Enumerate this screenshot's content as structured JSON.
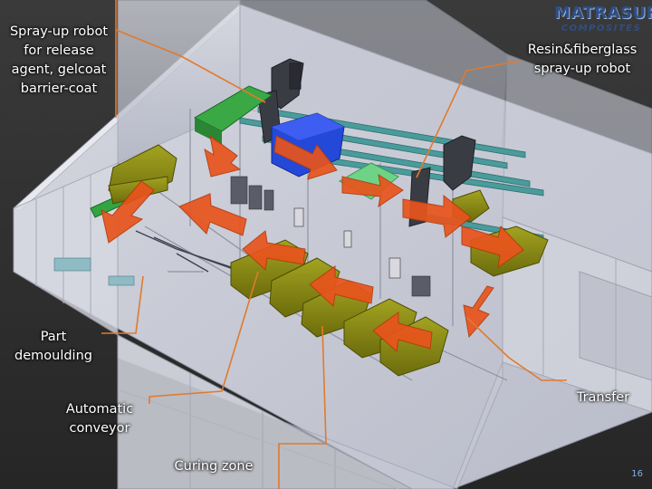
{
  "logo": {
    "name": "MATRASUR",
    "tagline": "COMPOSITES"
  },
  "labels": {
    "spray_robot_release": "Spray-up robot\nfor release\nagent, gelcoat\nbarrier-coat",
    "resin_robot": "Resin&fiberglass\nspray-up robot",
    "part_demoulding": "Part\ndemoulding",
    "automatic_conveyor": "Automatic\nconveyor",
    "transfer": "Transfer",
    "curing_zone": "Curing zone"
  },
  "page_number": "16",
  "colors": {
    "leader_line": "#e07a2e",
    "flow_arrow": "#e8541c",
    "mould": "#8a8a14",
    "robot_booth": "#1f3fd0",
    "gantry": "#3a8a8a",
    "floor": "#c9cbd6",
    "logo": "#2f4e86"
  }
}
